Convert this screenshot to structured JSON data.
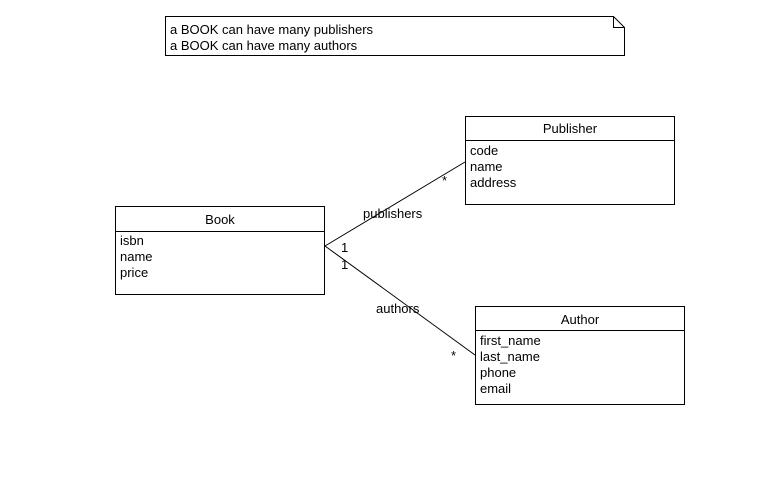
{
  "note": {
    "lines": [
      "a BOOK can have many publishers",
      "a BOOK can have many authors"
    ]
  },
  "classes": {
    "book": {
      "name": "Book",
      "attributes": [
        "isbn",
        "name",
        "price"
      ]
    },
    "publisher": {
      "name": "Publisher",
      "attributes": [
        "code",
        "name",
        "address"
      ]
    },
    "author": {
      "name": "Author",
      "attributes": [
        "first_name",
        "last_name",
        "phone",
        "email"
      ]
    }
  },
  "associations": {
    "publishers": {
      "label": "publishers",
      "source_multiplicity": "1",
      "target_multiplicity": "*"
    },
    "authors": {
      "label": "authors",
      "source_multiplicity": "1",
      "target_multiplicity": "*"
    }
  },
  "colors": {
    "line": "#000000",
    "background": "#ffffff"
  }
}
